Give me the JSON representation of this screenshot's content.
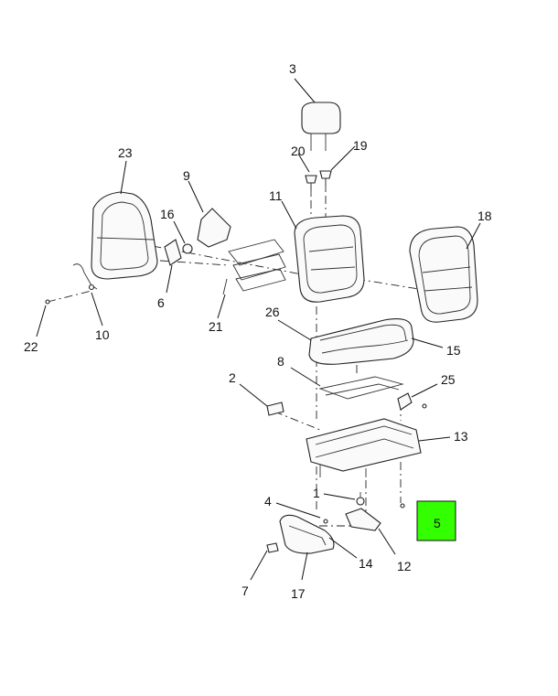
{
  "callouts": {
    "c1": "1",
    "c2": "2",
    "c3": "3",
    "c4": "4",
    "c5": "5",
    "c6": "6",
    "c7": "7",
    "c8": "8",
    "c9": "9",
    "c10": "10",
    "c11": "11",
    "c12": "12",
    "c13": "13",
    "c14": "14",
    "c15": "15",
    "c16": "16",
    "c17": "17",
    "c18": "18",
    "c19": "19",
    "c20": "20",
    "c21": "21",
    "c22": "22",
    "c23": "23",
    "c25": "25",
    "c26": "26"
  },
  "highlight": {
    "color": "#33ff00"
  }
}
